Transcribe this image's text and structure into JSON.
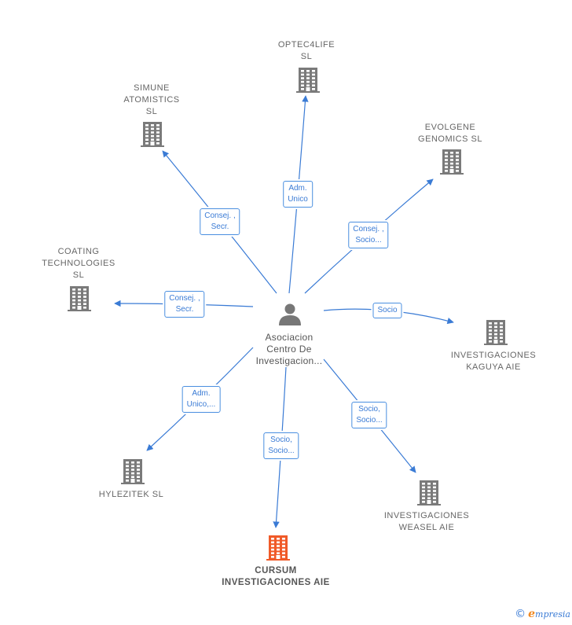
{
  "colors": {
    "edge": "#3a7bd5",
    "building": "#7a7a7a",
    "building_highlight": "#f05a28",
    "person": "#777777"
  },
  "center": {
    "label": "Asociacion\nCentro De\nInvestigacion...",
    "icon": "person-icon"
  },
  "nodes": [
    {
      "id": "optec4life",
      "label": "OPTEC4LIFE\nSL",
      "icon": "building-icon",
      "highlight": false
    },
    {
      "id": "simune",
      "label": "SIMUNE\nATOMISTICS\nSL",
      "icon": "building-icon",
      "highlight": false
    },
    {
      "id": "evolgene",
      "label": "EVOLGENE\nGENOMICS  SL",
      "icon": "building-icon",
      "highlight": false
    },
    {
      "id": "coating",
      "label": "COATING\nTECHNOLOGIES\nSL",
      "icon": "building-icon",
      "highlight": false
    },
    {
      "id": "kaguya",
      "label": "INVESTIGACIONES\nKAGUYA AIE",
      "icon": "building-icon",
      "highlight": false
    },
    {
      "id": "hylezitek",
      "label": "HYLEZITEK  SL",
      "icon": "building-icon",
      "highlight": false
    },
    {
      "id": "cursum",
      "label": "CURSUM\nINVESTIGACIONES AIE",
      "icon": "building-icon",
      "highlight": true
    },
    {
      "id": "weasel",
      "label": "INVESTIGACIONES\nWEASEL AIE",
      "icon": "building-icon",
      "highlight": false
    }
  ],
  "edges": [
    {
      "to": "optec4life",
      "label": "Adm.\nUnico"
    },
    {
      "to": "simune",
      "label": "Consej. ,\nSecr."
    },
    {
      "to": "evolgene",
      "label": "Consej. ,\nSocio..."
    },
    {
      "to": "coating",
      "label": "Consej. ,\nSecr."
    },
    {
      "to": "kaguya",
      "label": "Socio"
    },
    {
      "to": "hylezitek",
      "label": "Adm.\nUnico,..."
    },
    {
      "to": "cursum",
      "label": "Socio,\nSocio..."
    },
    {
      "to": "weasel",
      "label": "Socio,\nSocio..."
    }
  ],
  "footer": {
    "copyright": "©",
    "brand_initial": "e",
    "brand_rest": "mpresia"
  }
}
